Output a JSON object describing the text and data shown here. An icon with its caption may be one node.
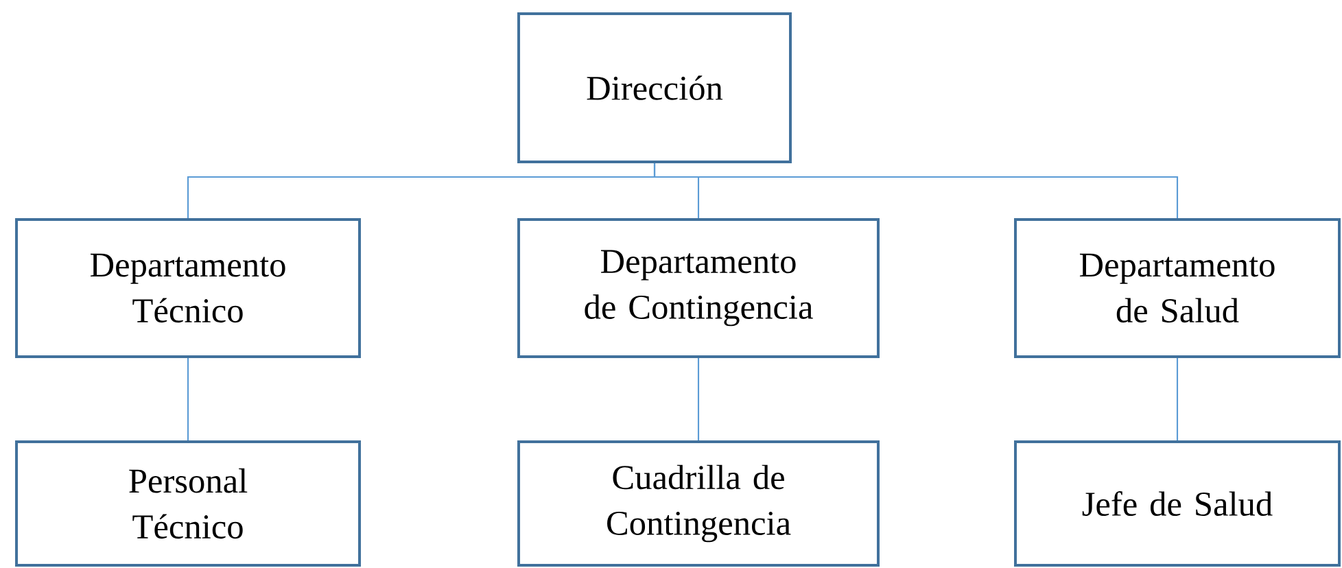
{
  "diagram": {
    "nodes": [
      {
        "text": [
          "Dirección"
        ]
      },
      {
        "text": [
          "Departamento Técnico"
        ]
      },
      {
        "text": [
          "Departamento de Contingencia"
        ]
      },
      {
        "text": [
          "Departamento de Salud"
        ]
      },
      {
        "text": [
          "Personal Técnico"
        ]
      },
      {
        "text": [
          "Cuadrilla de Contingencia"
        ]
      },
      {
        "text": [
          "Jefe de Salud"
        ]
      }
    ],
    "edges": [
      {
        "from": 0,
        "to": 1,
        "arrow": "none"
      },
      {
        "from": 0,
        "to": 2,
        "arrow": "none"
      },
      {
        "from": 0,
        "to": 3,
        "arrow": "none"
      },
      {
        "from": 1,
        "to": 4,
        "arrow": "none"
      },
      {
        "from": 2,
        "to": 5,
        "arrow": "none"
      },
      {
        "from": 3,
        "to": 6,
        "arrow": "none"
      }
    ]
  }
}
